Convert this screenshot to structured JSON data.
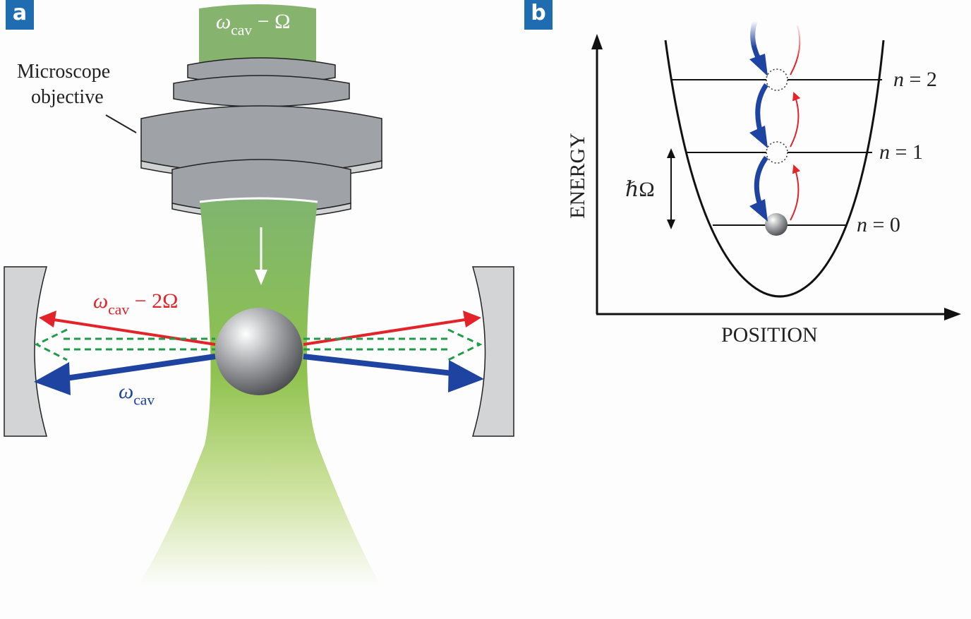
{
  "panels": {
    "a": {
      "label": "a",
      "top_beam": {
        "symbol": "ω",
        "sub": "cav",
        "rest": " − Ω"
      },
      "objective_label_line1": "Microscope",
      "objective_label_line2": "objective",
      "red_beam": {
        "symbol": "ω",
        "sub": "cav",
        "rest": " − 2Ω"
      },
      "blue_beam": {
        "symbol": "ω",
        "sub": "cav"
      }
    },
    "b": {
      "label": "b",
      "y_axis": "ENERGY",
      "x_axis": "POSITION",
      "spacing": "ℏΩ",
      "levels": [
        {
          "n": "n",
          "eq": " = 0"
        },
        {
          "n": "n",
          "eq": " = 1"
        },
        {
          "n": "n",
          "eq": " = 2"
        }
      ]
    }
  },
  "colors": {
    "panel_label": "#1f6cb0",
    "green_beam": "#86b46e",
    "red_arrow": "#e3232a",
    "blue_arrow": "#1e43a0",
    "dashed_green": "#1f9b4a",
    "objective_gray": "#9fa2a6",
    "mirror_gray": "#d2d4d6"
  }
}
